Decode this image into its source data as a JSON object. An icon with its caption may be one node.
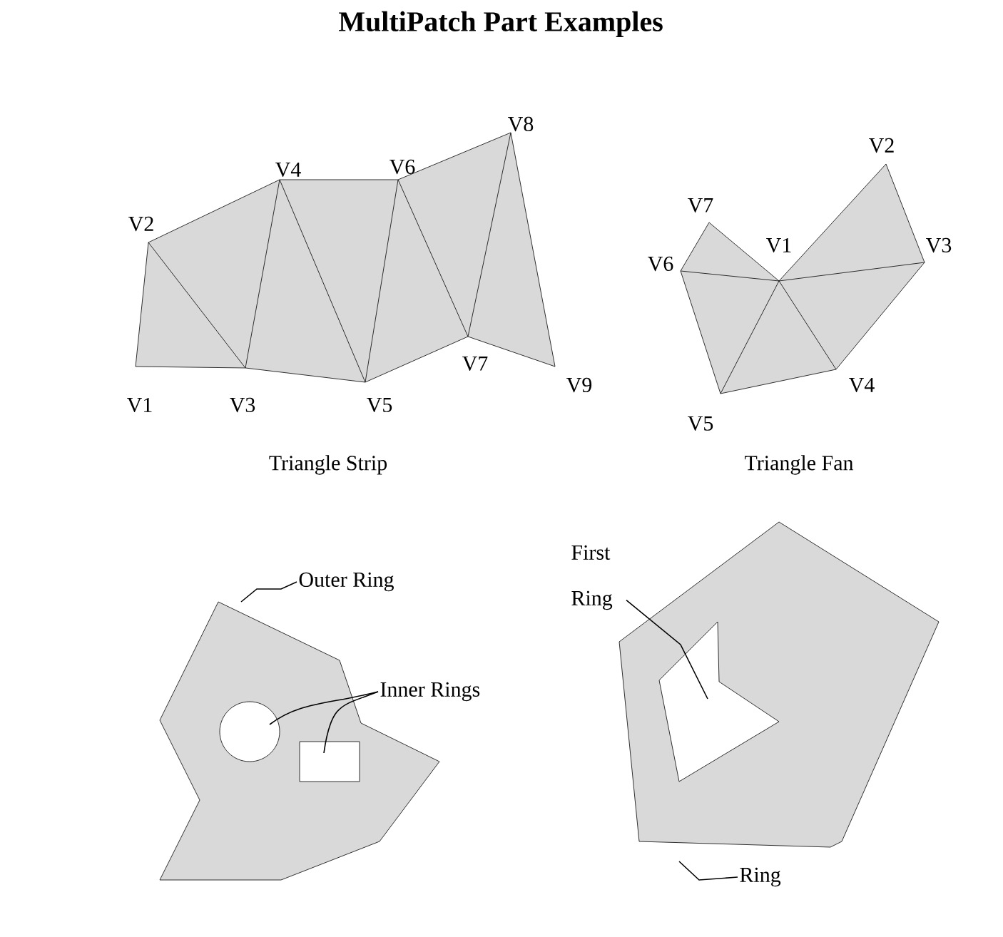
{
  "diagram": {
    "title": "MultiPatch Part Examples",
    "nodes": [
      {
        "text": [
          "Outer Ring"
        ]
      },
      {
        "text": [],
        "shape": "polygon"
      },
      {
        "text": [],
        "shape": "circle",
        "in": 1
      },
      {
        "text": [],
        "shape": "box",
        "in": 1
      },
      {
        "text": [
          "Inner Rings"
        ]
      },
      {
        "text": [
          "First Ring"
        ]
      },
      {
        "text": [],
        "shape": "polygon"
      },
      {
        "text": [],
        "shape": "polygon",
        "in": 6
      },
      {
        "text": [
          "Ring"
        ]
      }
    ],
    "edges": [
      {
        "from": 0,
        "to": 1,
        "arrow": "none"
      },
      {
        "from": 4,
        "to": 2,
        "arrow": "none"
      },
      {
        "from": 4,
        "to": 3,
        "arrow": "none"
      },
      {
        "from": 5,
        "to": 7,
        "arrow": "none"
      },
      {
        "from": 8,
        "to": 6,
        "arrow": "none"
      }
    ],
    "labels": [
      "V8",
      "V4",
      "V6",
      "V2",
      "V7",
      "V1",
      "V3",
      "V5",
      "V9",
      "V2",
      "V7",
      "V1",
      "V6",
      "V3",
      "V4",
      "V5",
      "Triangle Strip",
      "Triangle Fan"
    ]
  }
}
